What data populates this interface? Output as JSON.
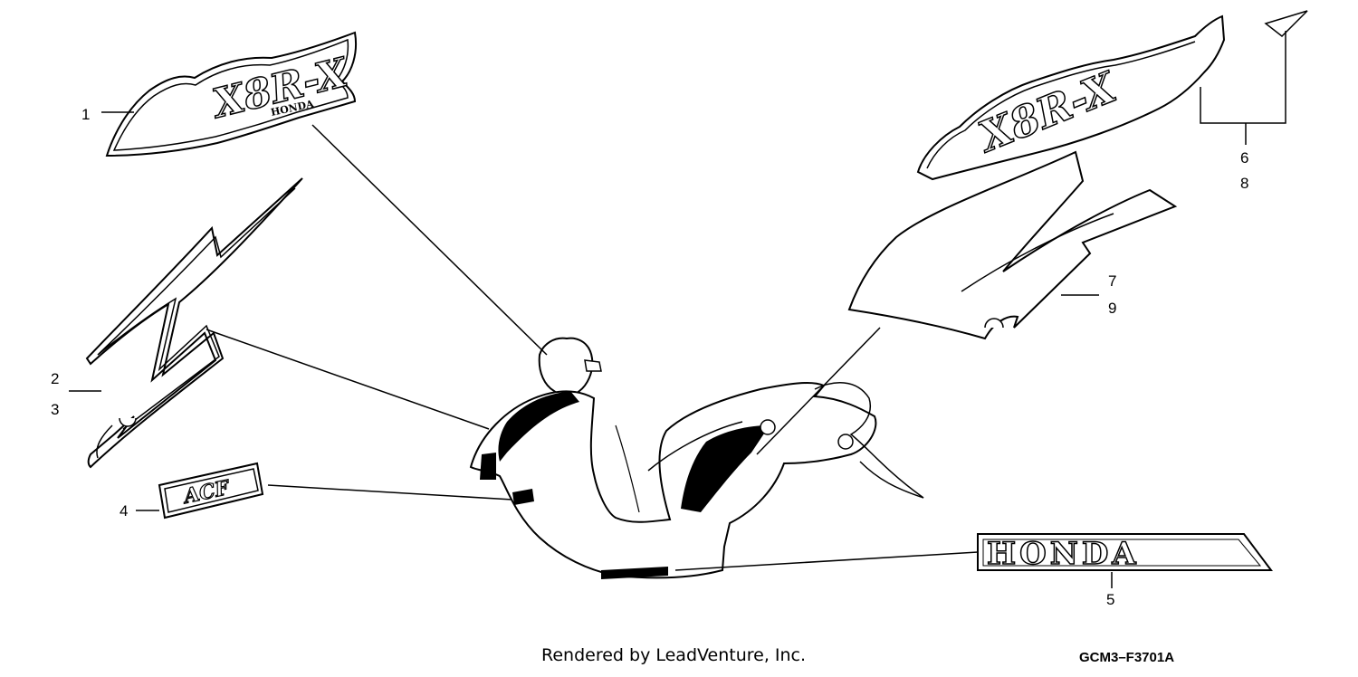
{
  "diagram": {
    "callouts": [
      {
        "id": "c1",
        "text": "1"
      },
      {
        "id": "c2",
        "text": "2"
      },
      {
        "id": "c3",
        "text": "3"
      },
      {
        "id": "c4",
        "text": "4"
      },
      {
        "id": "c5",
        "text": "5"
      },
      {
        "id": "c6",
        "text": "6"
      },
      {
        "id": "c7",
        "text": "7"
      },
      {
        "id": "c8",
        "text": "8"
      },
      {
        "id": "c9",
        "text": "9"
      }
    ],
    "decals": {
      "x8rx_left": "X8R-X",
      "honda_small": "HONDA",
      "x8rx_right": "X8R-X",
      "acf": "ACF",
      "honda_large": "HONDA"
    }
  },
  "footer": {
    "credit": "Rendered by LeadVenture, Inc.",
    "code": "GCM3–F3701A"
  },
  "colors": {
    "line": "#000000",
    "background": "#ffffff"
  }
}
